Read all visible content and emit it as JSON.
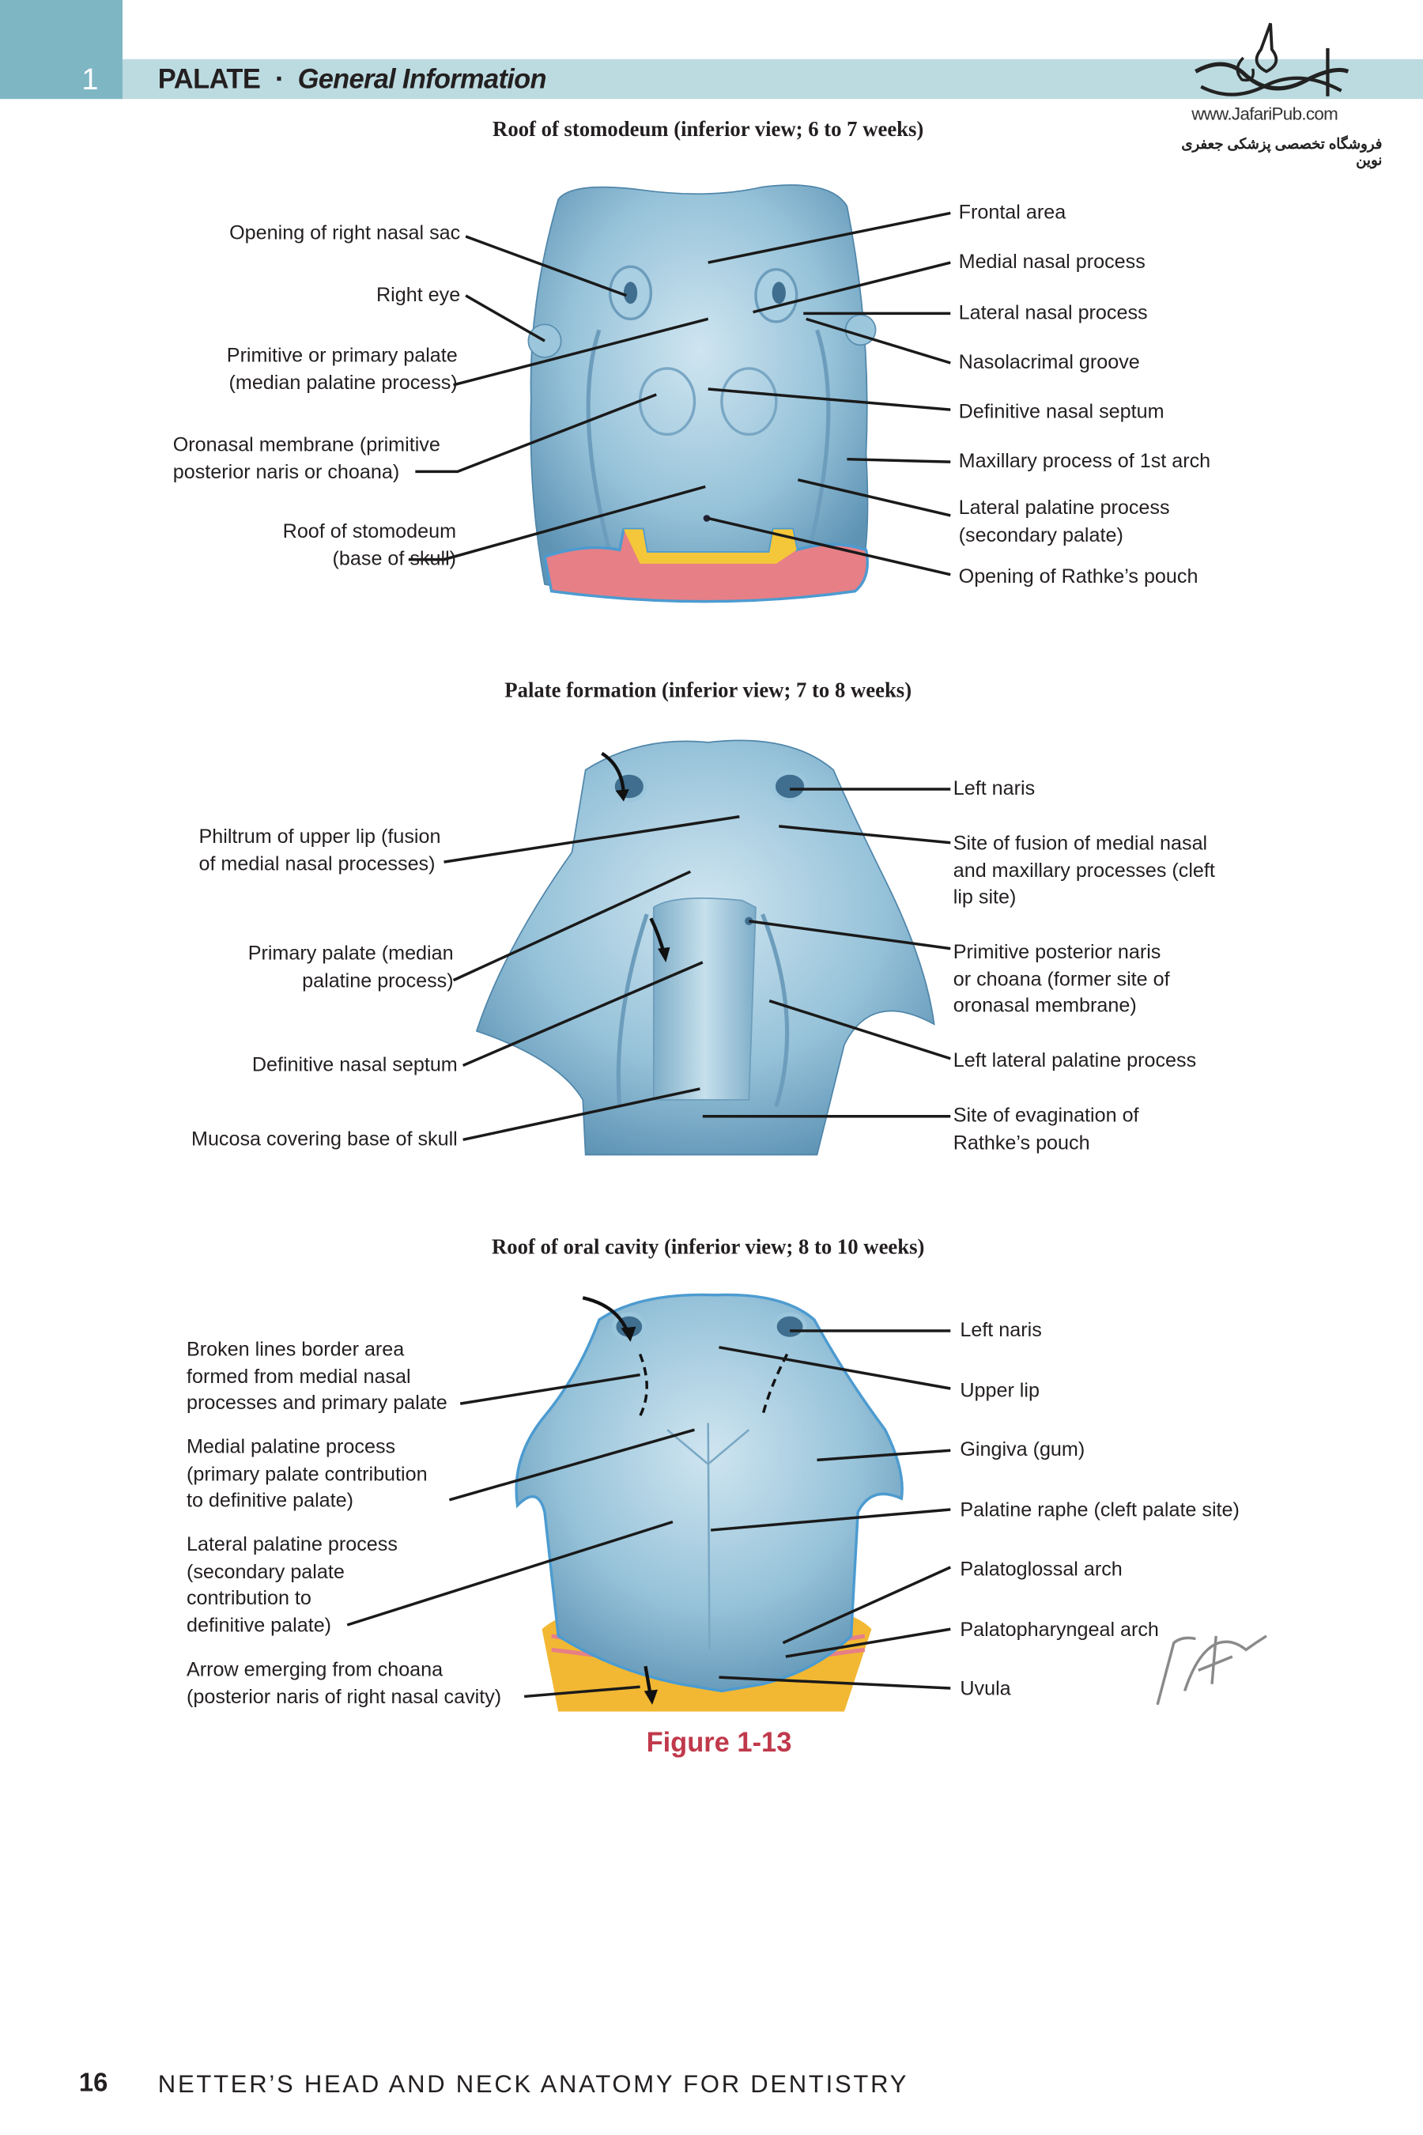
{
  "header": {
    "chapter_number": "1",
    "section": "PALATE",
    "separator": "▪",
    "subtitle": "General Information",
    "watermark_url": "www.JafariPub.com",
    "watermark_tagline": "فروشگاه تخصصی پزشکی جعفری نوین",
    "colors": {
      "tab": "#7fb6c4",
      "bar": "#bcdbe0"
    }
  },
  "panels": [
    {
      "title": "Roof of stomodeum (inferior view; 6 to 7 weeks)",
      "left_labels": [
        [
          "Opening of right nasal sac"
        ],
        [
          "Right eye"
        ],
        [
          "Primitive or primary palate",
          "(median palatine process)"
        ],
        [
          "Oronasal membrane (primitive",
          "posterior naris or choana)"
        ],
        [
          "Roof of stomodeum",
          "(base of skull)"
        ]
      ],
      "right_labels": [
        [
          "Frontal area"
        ],
        [
          "Medial nasal process"
        ],
        [
          "Lateral nasal process"
        ],
        [
          "Nasolacrimal groove"
        ],
        [
          "Definitive nasal septum"
        ],
        [
          "Maxillary process of 1st arch"
        ],
        [
          "Lateral palatine process",
          "(secondary palate)"
        ],
        [
          "Opening of Rathke’s pouch"
        ]
      ]
    },
    {
      "title": "Palate formation (inferior view; 7 to 8 weeks)",
      "left_labels": [
        [
          "Philtrum of upper lip (fusion",
          "of medial nasal processes)"
        ],
        [
          "Primary palate (median",
          "palatine process)"
        ],
        [
          "Definitive nasal septum"
        ],
        [
          "Mucosa covering base of skull"
        ]
      ],
      "right_labels": [
        [
          "Left naris"
        ],
        [
          "Site of fusion of medial nasal",
          "and maxillary processes (cleft",
          "lip site)"
        ],
        [
          "Primitive posterior naris",
          "or choana (former site of",
          "oronasal membrane)"
        ],
        [
          "Left lateral palatine process"
        ],
        [
          "Site of evagination of",
          "Rathke’s pouch"
        ]
      ]
    },
    {
      "title": "Roof of oral cavity (inferior view; 8 to 10 weeks)",
      "left_labels": [
        [
          "Broken lines border area",
          "formed from medial nasal",
          "processes and primary palate"
        ],
        [
          "Medial palatine process",
          "(primary palate contribution",
          "to definitive palate)"
        ],
        [
          "Lateral palatine process",
          "(secondary palate",
          "contribution to",
          "definitive palate)"
        ],
        [
          "Arrow emerging from choana",
          "(posterior naris of right nasal cavity)"
        ]
      ],
      "right_labels": [
        [
          "Left naris"
        ],
        [
          "Upper lip"
        ],
        [
          "Gingiva (gum)"
        ],
        [
          "Palatine raphe (cleft palate site)"
        ],
        [
          "Palatoglossal arch"
        ],
        [
          "Palatopharyngeal arch"
        ],
        [
          "Uvula"
        ]
      ]
    }
  ],
  "figure_label": "Figure 1-13",
  "figure_label_color": "#c0394b",
  "signature": "F. Netter M.D.",
  "footer": {
    "page_number": "16",
    "book_title": "NETTER’S HEAD AND NECK ANATOMY FOR DENTISTRY"
  }
}
